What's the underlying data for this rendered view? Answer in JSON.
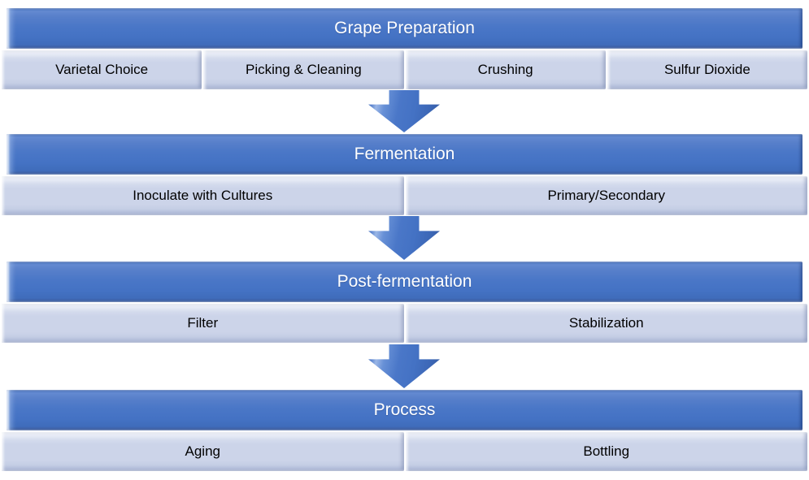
{
  "diagram": {
    "type": "process-flow",
    "sections": [
      {
        "title": "Grape Preparation",
        "items": [
          "Varietal Choice",
          "Picking & Cleaning",
          "Crushing",
          "Sulfur Dioxide"
        ]
      },
      {
        "title": "Fermentation",
        "items": [
          "Inoculate with Cultures",
          "Primary/Secondary"
        ]
      },
      {
        "title": "Post-fermentation",
        "items": [
          "Filter",
          "Stabilization"
        ]
      },
      {
        "title": "Process",
        "items": [
          "Aging",
          "Bottling"
        ]
      }
    ],
    "colors": {
      "header_fill": "#4472C4",
      "header_text": "#FFFFFF",
      "item_fill": "#CDD4E9",
      "item_text": "#000000",
      "arrow_fill": "#4472C4",
      "background": "#FFFFFF"
    }
  }
}
